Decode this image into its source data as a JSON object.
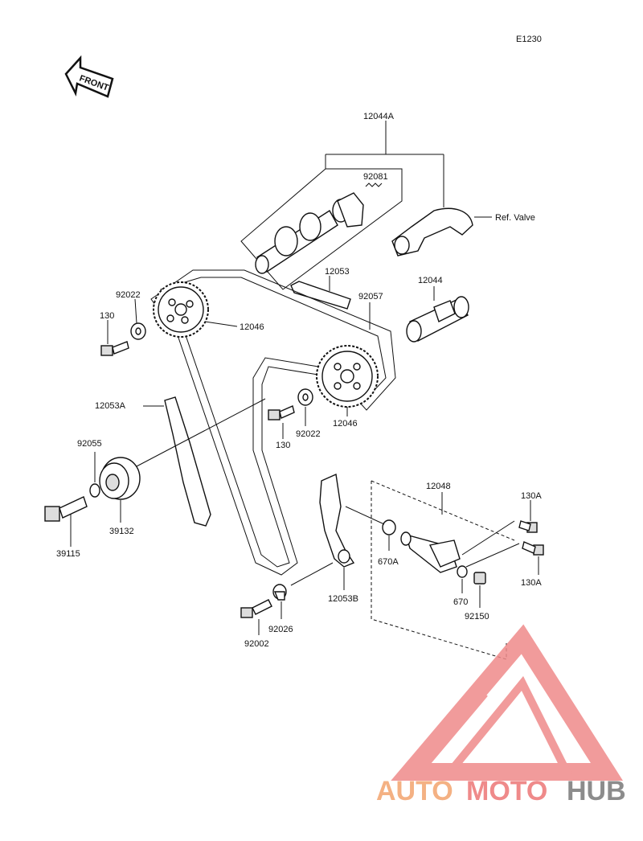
{
  "diagram_code": "E1230",
  "front_label": "FRONT",
  "parts": {
    "p12044A": "12044A",
    "p92081": "92081",
    "ref_valve": "Ref. Valve",
    "p12053": "12053",
    "p92057": "92057",
    "p12044": "12044",
    "p92022_top": "92022",
    "p130_top": "130",
    "p12046_top": "12046",
    "p12053A": "12053A",
    "p130_mid": "130",
    "p92022_mid": "92022",
    "p12046_mid": "12046",
    "p92055": "92055",
    "p39132": "39132",
    "p39115": "39115",
    "p12048": "12048",
    "p130A_top": "130A",
    "p670A": "670A",
    "p130A_bot": "130A",
    "p670": "670",
    "p92150": "92150",
    "p12053B": "12053B",
    "p92026": "92026",
    "p92002": "92002"
  },
  "watermark": {
    "text_part1": "AUTO",
    "text_part2": "MOTO",
    "text_part3": "HUB",
    "color_orange": "#f4b183",
    "color_red": "#ef8a8a",
    "color_gray": "#8c8c8c"
  }
}
